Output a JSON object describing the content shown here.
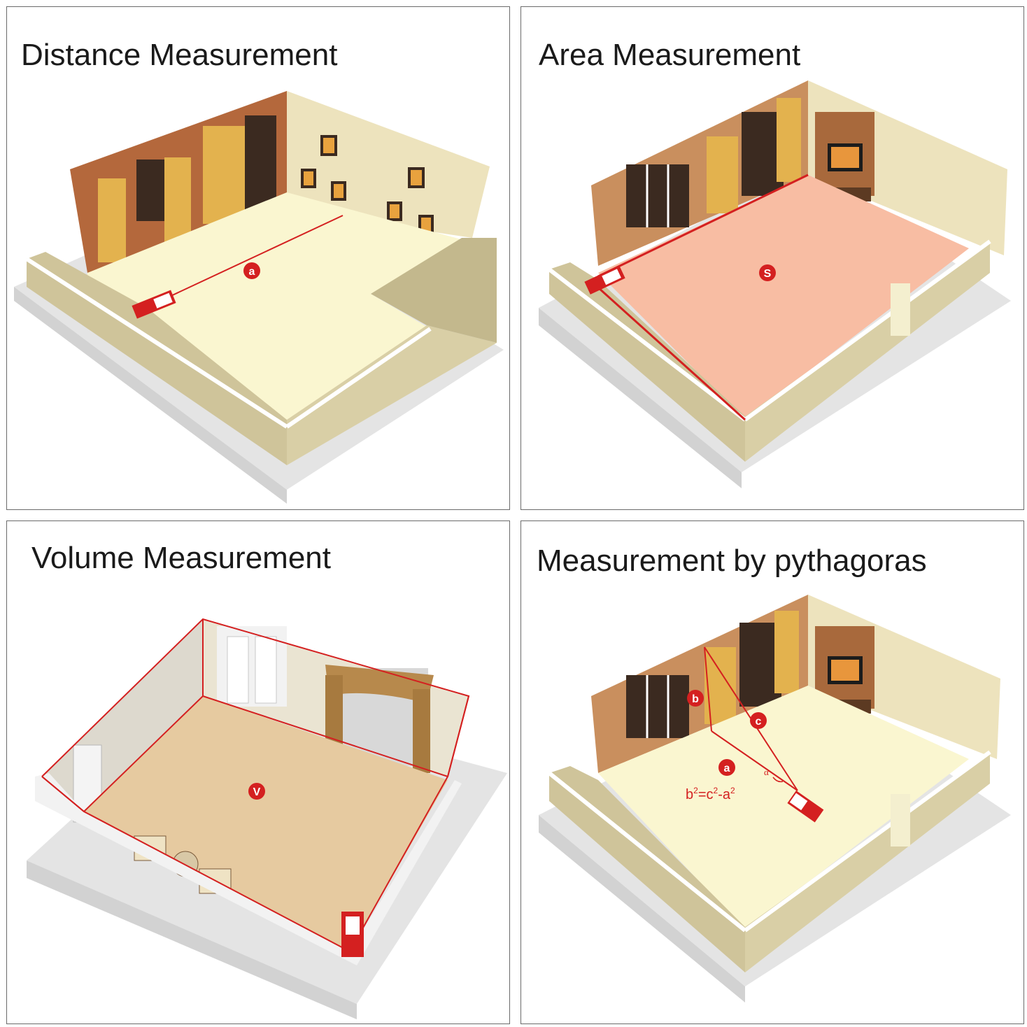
{
  "panels": [
    {
      "title": "Distance Measurement",
      "marker": "a"
    },
    {
      "title": "Area Measurement",
      "marker": "S"
    },
    {
      "title": "Volume Measurement",
      "marker": "V"
    },
    {
      "title": "Measurement by pythagoras",
      "markers": {
        "b": "b",
        "c": "c",
        "a": "a"
      },
      "angle_label": "α",
      "formula": {
        "b": "b",
        "sup1": "2",
        "eq": "=c",
        "sup2": "2",
        "minus": "-a",
        "sup3": "2"
      }
    }
  ],
  "colors": {
    "laser_red": "#d42020",
    "wall_beige": "#d9cfa6",
    "floor_cream": "#faf6d0",
    "area_floor": "#f8bda3",
    "volume_floor": "#e6caa0",
    "base_gray": "#e4e4e4",
    "panel_border": "#6b6b6b"
  }
}
